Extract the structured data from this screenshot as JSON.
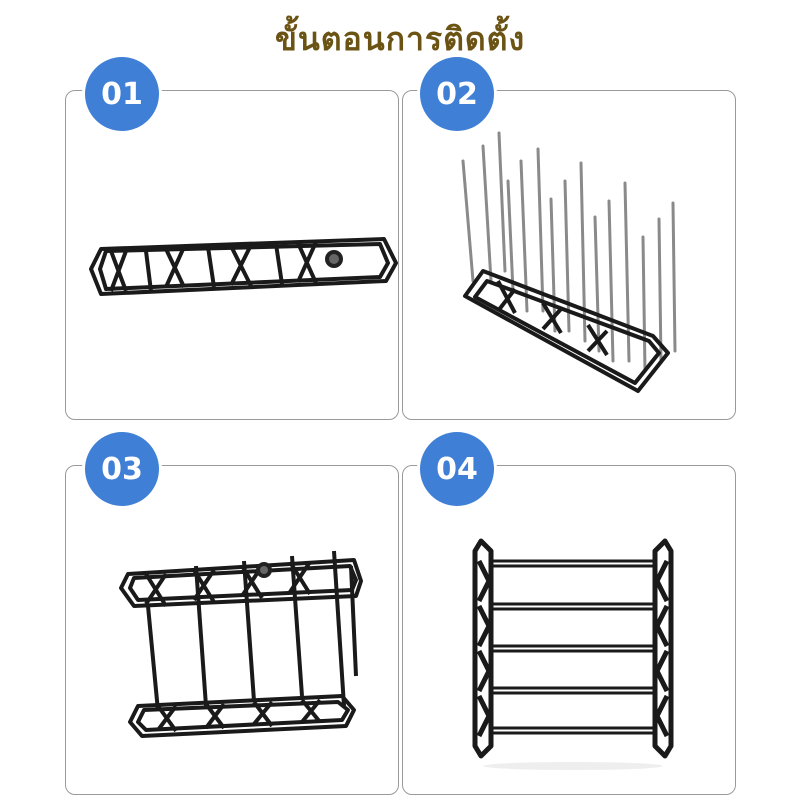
{
  "title": "ขั้นตอนการติดตั้ง",
  "steps": [
    {
      "number": "01",
      "illustration": "rack-base-frame"
    },
    {
      "number": "02",
      "illustration": "frame-with-poles"
    },
    {
      "number": "03",
      "illustration": "two-frames-connected"
    },
    {
      "number": "04",
      "illustration": "assembled-shoe-rack"
    }
  ],
  "colors": {
    "title": "#6b5313",
    "badge": "#3f7fd6",
    "frame": "#1a1a1a",
    "pole": "#8a8a8a",
    "border": "#9a9a9a"
  }
}
